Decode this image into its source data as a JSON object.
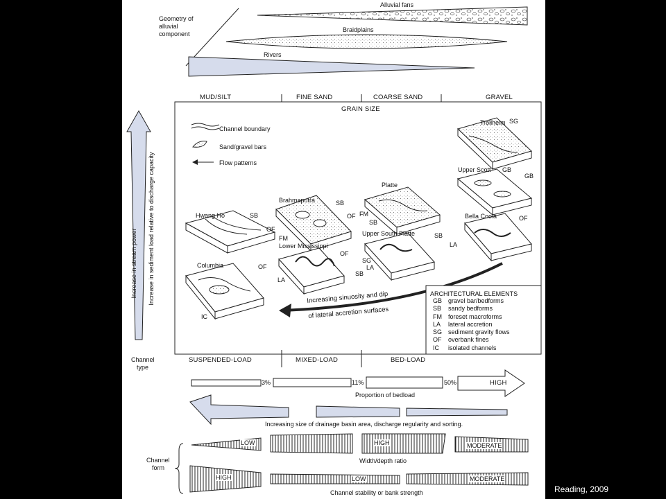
{
  "geometry": {
    "label_line1": "Geometry of",
    "label_line2": "alluvial",
    "label_line3": "component",
    "alluvial_fans": "Alluvial fans",
    "braidplains": "Braidplains",
    "rivers": "Rivers"
  },
  "grain_size": {
    "title": "GRAIN SIZE",
    "columns": [
      "MUD/SILT",
      "FINE SAND",
      "COARSE SAND",
      "GRAVEL"
    ]
  },
  "left_axis": {
    "outer": "Increase in stream power",
    "inner": "Increase in sediment load relative to discharge capacity"
  },
  "legend": {
    "channel_boundary": "Channel boundary",
    "bars": "Sand/gravel bars",
    "flow": "Flow patterns"
  },
  "rivers": {
    "hwang_ho": "Hwang Ho",
    "columbia": "Columbia",
    "brahmaputra": "Brahmaputra",
    "lower_mississippi": "Lower Mississippi",
    "platte": "Platte",
    "upper_south_platte": "Upper South Platte",
    "trollheim": "Trollheim",
    "upper_scott": "Upper Scott",
    "bella_coola": "Bella Coola"
  },
  "codes": {
    "sb": "SB",
    "of": "OF",
    "ic": "IC",
    "fm": "FM",
    "la": "LA",
    "sg": "SG",
    "gb": "GB"
  },
  "sinuosity": {
    "line1": "Increasing sinuosity and dip",
    "line2": "of lateral accretion surfaces"
  },
  "arch_elements": {
    "title": "ARCHITECTURAL ELEMENTS",
    "items": [
      {
        "code": "GB",
        "desc": "gravel bar/bedforms"
      },
      {
        "code": "SB",
        "desc": "sandy bedforms"
      },
      {
        "code": "FM",
        "desc": "foreset macroforms"
      },
      {
        "code": "LA",
        "desc": "lateral accretion"
      },
      {
        "code": "SG",
        "desc": "sediment gravity flows"
      },
      {
        "code": "OF",
        "desc": "overbank fines"
      },
      {
        "code": "IC",
        "desc": "isolated channels"
      }
    ]
  },
  "channel_type": {
    "label_line1": "Channel",
    "label_line2": "type",
    "types": [
      "SUSPENDED-LOAD",
      "MIXED-LOAD",
      "BED-LOAD"
    ]
  },
  "bedload": {
    "p1": "3%",
    "p2": "11%",
    "p3": "50%",
    "high": "HIGH",
    "label": "Proportion of bedload"
  },
  "drainage": {
    "label": "Increasing size of drainage basin area, discharge regularity and sorting."
  },
  "channel_form": {
    "label_line1": "Channel",
    "label_line2": "form",
    "wd_label": "Width/depth ratio",
    "wd_levels": [
      "LOW",
      "HIGH",
      "MODERATE"
    ],
    "stab_label": "Channel stability or bank strength",
    "stab_levels": [
      "HIGH",
      "LOW",
      "MODERATE"
    ]
  },
  "credit": "Reading, 2009",
  "colors": {
    "fill_blue": "#d6dcec",
    "ink": "#111111",
    "background": "#000000"
  }
}
